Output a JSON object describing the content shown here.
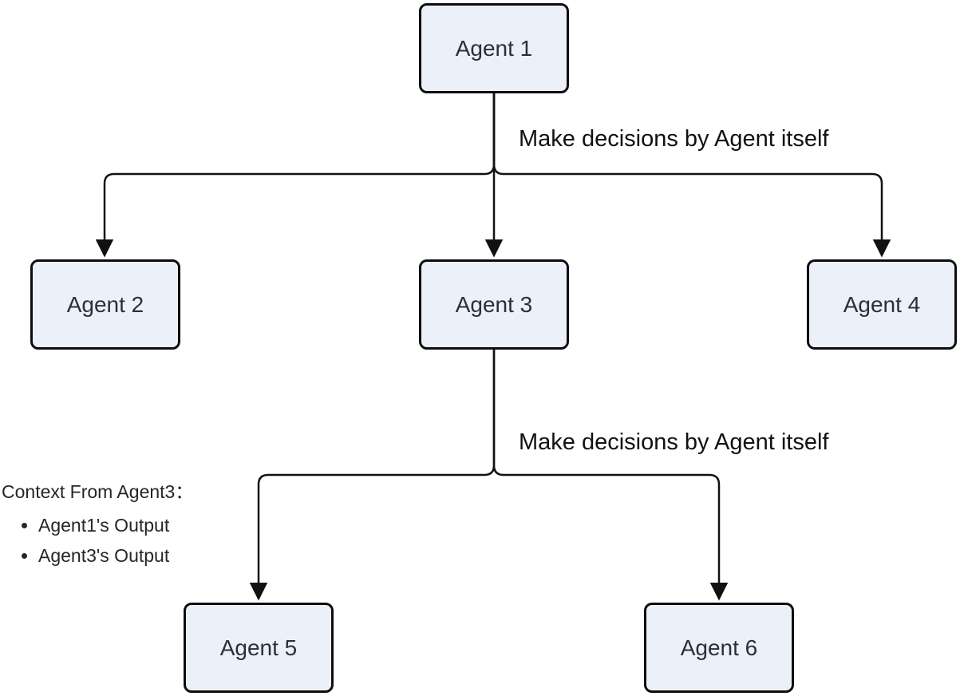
{
  "diagram": {
    "nodes": [
      {
        "id": "agent-1",
        "label": "Agent 1"
      },
      {
        "id": "agent-2",
        "label": "Agent 2"
      },
      {
        "id": "agent-3",
        "label": "Agent 3"
      },
      {
        "id": "agent-4",
        "label": "Agent 4"
      },
      {
        "id": "agent-5",
        "label": "Agent 5"
      },
      {
        "id": "agent-6",
        "label": "Agent 6"
      }
    ],
    "edges": [
      {
        "from": "Agent 1",
        "to": "Agent 2"
      },
      {
        "from": "Agent 1",
        "to": "Agent 3"
      },
      {
        "from": "Agent 1",
        "to": "Agent 4"
      },
      {
        "from": "Agent 3",
        "to": "Agent 5"
      },
      {
        "from": "Agent 3",
        "to": "Agent 6"
      }
    ],
    "edge_labels": [
      {
        "edge": "agent-1-children",
        "text": "Make decisions by Agent itself"
      },
      {
        "edge": "agent-3-children",
        "text": "Make decisions by Agent itself"
      }
    ],
    "context_note": {
      "title": "Context From Agent3：",
      "items": [
        "Agent1's Output",
        "Agent3's Output"
      ]
    },
    "colors": {
      "background": "#FFFFFF",
      "node_fill": "#ECF1F9",
      "node_border": "#0D0D0D",
      "node_text": "#2B2F3A",
      "edge_line": "#111111",
      "edge_label_text": "#111111",
      "note_text": "#262626"
    }
  }
}
